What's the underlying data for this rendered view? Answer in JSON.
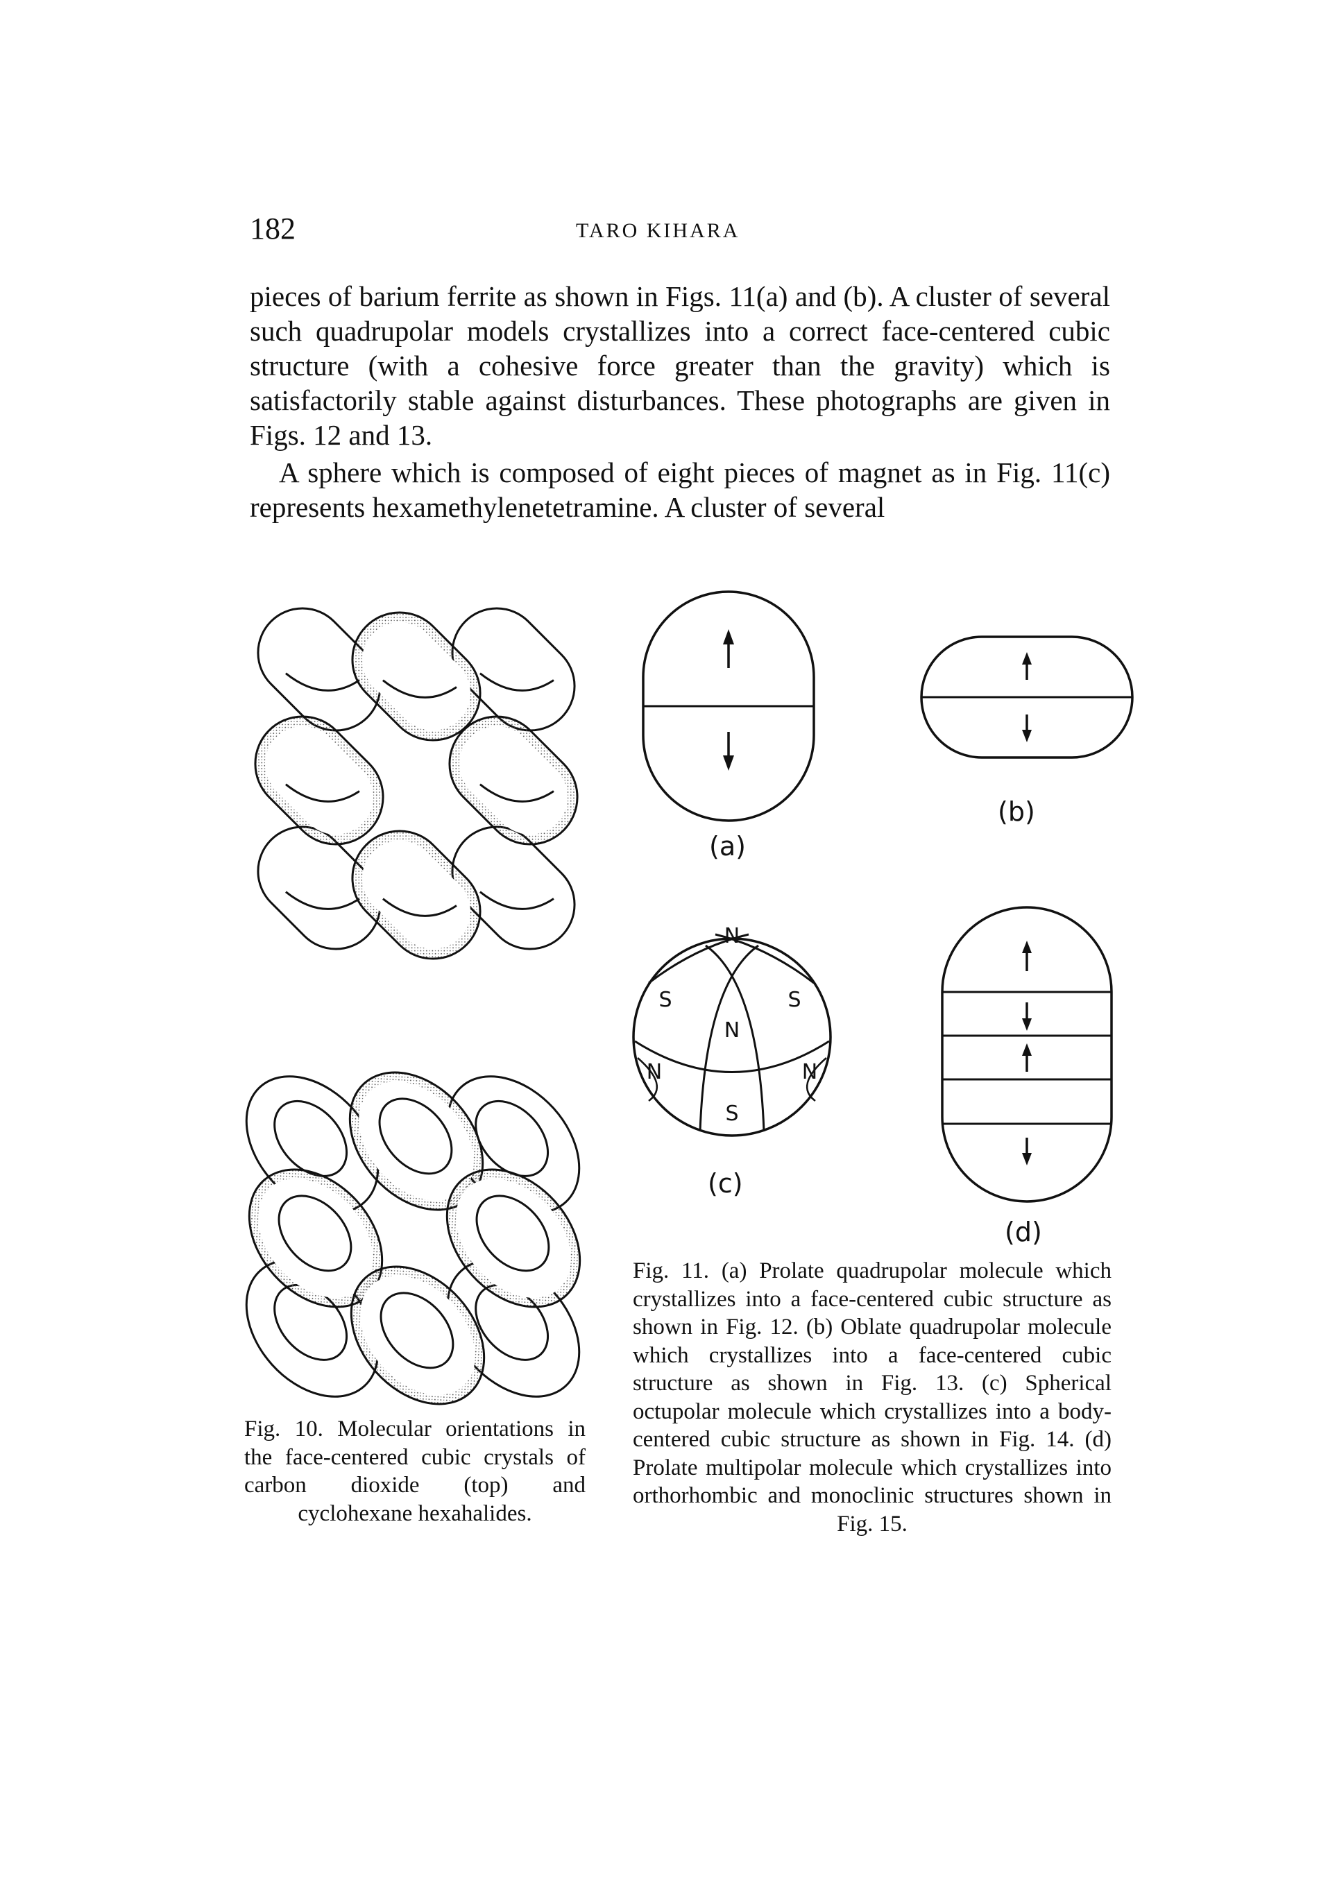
{
  "header": {
    "page_number": "182",
    "running_head": "TARO KIHARA"
  },
  "body": {
    "paragraph_1": "pieces of barium ferrite as shown in Figs. 11(a) and (b). A cluster of several such quadrupolar models crystallizes into a correct face-centered cubic structure (with a cohesive force greater than the gravity) which is satisfactorily stable against disturbances. These photographs are given in Figs. 12 and 13.",
    "paragraph_2": "A sphere which is composed of eight pieces of magnet as in Fig. 11(c) represents hexamethylenetetramine. A cluster of several"
  },
  "figure_10": {
    "caption": "Fig. 10. Molecular orientations in the face-centered cubic crystals of carbon dioxide (top) and cyclohexane hexahalides."
  },
  "figure_11": {
    "panels": {
      "a": {
        "label": "(a)"
      },
      "b": {
        "label": "(b)"
      },
      "c": {
        "label": "(c)",
        "pole_labels": [
          "N",
          "S",
          "S",
          "N",
          "N",
          "N",
          "S"
        ]
      },
      "d": {
        "label": "(d)"
      }
    },
    "caption": "Fig. 11. (a) Prolate quadrupolar molecule which crystallizes into a face-centered cubic structure as shown in Fig. 12. (b) Oblate quadrupolar molecule which crystallizes into a face-centered cubic structure as shown in Fig. 13. (c) Spherical octupolar molecule which crystallizes into a body-centered cubic structure as shown in Fig. 14. (d) Prolate multipolar molecule which crystallizes into orthorhombic and monoclinic structures shown in Fig. 15."
  }
}
